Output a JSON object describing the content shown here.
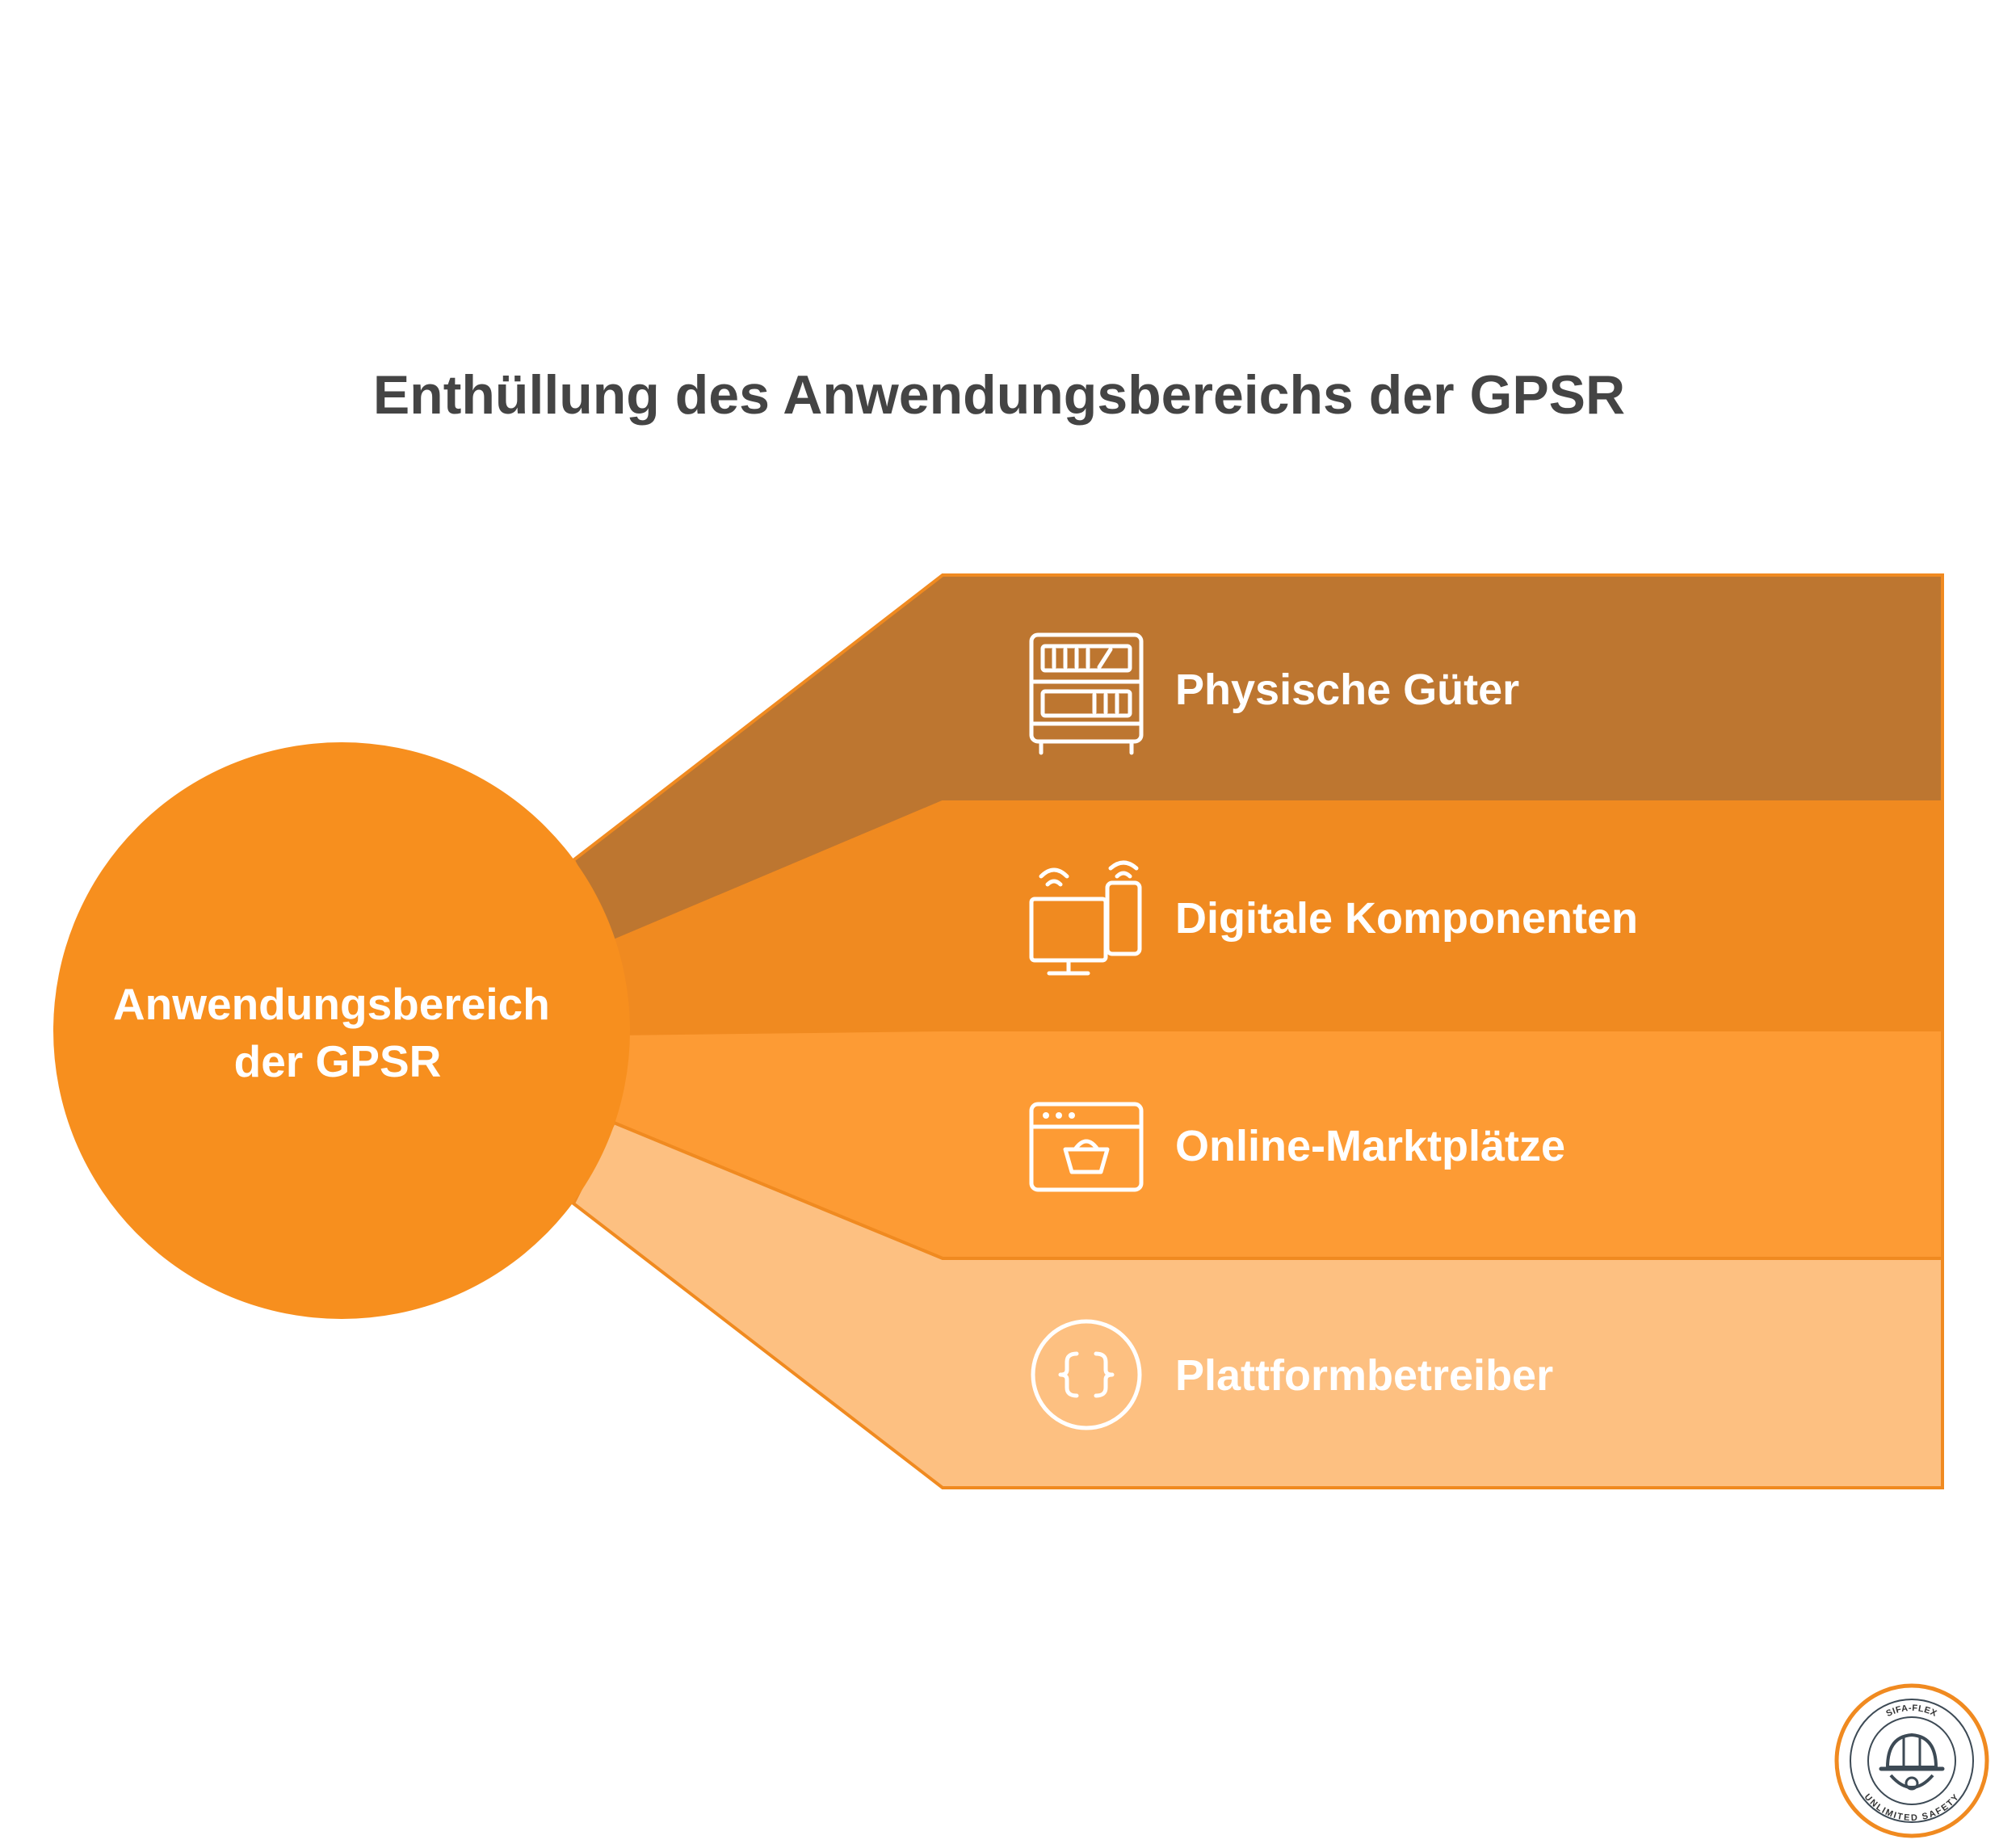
{
  "title": "Enthüllung des Anwendungsbereichs der GPSR",
  "center": {
    "line1": "Anwendungsbereich",
    "line2": "der GPSR",
    "color": "#F78F1E"
  },
  "branches": [
    {
      "label": "Physische Güter",
      "icon": "bookshelf-icon",
      "color": "#BD7630"
    },
    {
      "label": "Digitale Komponenten",
      "icon": "devices-icon",
      "color": "#F08A20"
    },
    {
      "label": "Online-Marktplätze",
      "icon": "shopping-browser-icon",
      "color": "#FD9B34"
    },
    {
      "label": "Plattformbetreiber",
      "icon": "code-braces-icon",
      "color": "#FDC081"
    }
  ],
  "outline_color": "#F08A20",
  "logo": {
    "top_text": "SIFA-FLEX",
    "bottom_text": "UNLIMITED SAFETY",
    "icon": "helmet-gear-logo-icon"
  }
}
